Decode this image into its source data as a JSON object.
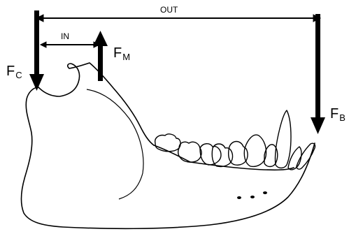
{
  "labels": {
    "out": "OUT",
    "in": "IN",
    "fc_main": "F",
    "fc_sub": "C",
    "fm_main": "F",
    "fm_sub": "M",
    "fb_main": "F",
    "fb_sub": "B"
  },
  "colors": {
    "ink": "#000000",
    "background": "#ffffff"
  }
}
